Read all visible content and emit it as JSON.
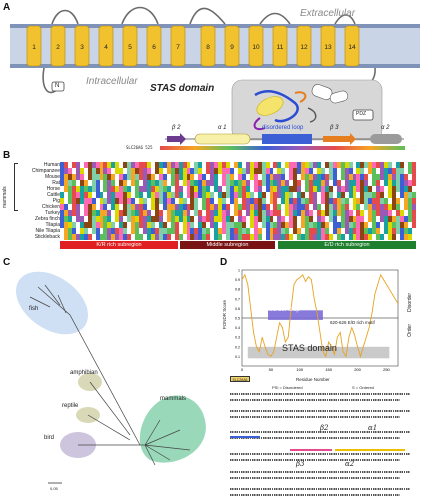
{
  "panels": {
    "a": "A",
    "b": "B",
    "c": "C",
    "d": "D"
  },
  "panel_a": {
    "extracellular": "Extracellular",
    "intracellular": "Intracellular",
    "stas_domain": "STAS domain",
    "n_terminus": "N",
    "c_label": "PDZ",
    "helix_numbers": [
      "1",
      "2",
      "3",
      "4",
      "5",
      "6",
      "7",
      "8",
      "9",
      "10",
      "11",
      "12",
      "13",
      "14"
    ],
    "secondary_labels": {
      "beta2": "β 2",
      "alpha1": "α 1",
      "disordered": "disordered loop",
      "beta3": "β 3",
      "alpha2": "α 2"
    },
    "sequence_label": "SLC26A6  525"
  },
  "panel_b": {
    "group_label": "mammals",
    "species": [
      "Human",
      "Chimpanzee",
      "Mouse",
      "Rat",
      "Horse",
      "Cattle",
      "Pig",
      "Chicken",
      "Turkey",
      "Zebra finch",
      "Tilapia",
      "Nile Tilapia",
      "Stickleback"
    ],
    "subregions": {
      "kr": "K/R rich subregion",
      "middle": "Middle subregion",
      "ed": "E/D rich subregion"
    }
  },
  "panel_c": {
    "groups": [
      "fish",
      "amphibian",
      "reptile",
      "bird",
      "mammals"
    ],
    "scale": "0.05"
  },
  "panel_d": {
    "y_axis": "PONDR Score",
    "x_axis": "Residue Number",
    "right_top": "Disorder",
    "right_bottom": "Order",
    "disorder_loop": "Disorder loop",
    "ed_motif": "620-626 E/D rich motif",
    "stas_domain": "STAS domain",
    "xticks": [
      "0",
      "50",
      "100",
      "150",
      "200",
      "250"
    ],
    "yticks": [
      "0.1",
      "0.2",
      "0.3",
      "0.4",
      "0.5",
      "0.6",
      "0.7",
      "0.8",
      "0.9",
      "1"
    ],
    "slc_label": "SLC26A6",
    "legend_left": "PSI = Disordered",
    "legend_right": "S = Ordered",
    "beta2": "β2",
    "alpha1": "α1",
    "beta3": "β3",
    "alpha2": "α2"
  },
  "chart_data": {
    "type": "line",
    "title": "",
    "xlabel": "Residue Number",
    "ylabel": "PONDR Score",
    "xlim": [
      0,
      270
    ],
    "ylim": [
      0,
      1
    ],
    "threshold": 0.5,
    "x": [
      0,
      5,
      10,
      15,
      20,
      25,
      30,
      35,
      40,
      45,
      50,
      55,
      60,
      65,
      70,
      75,
      80,
      85,
      90,
      95,
      100,
      105,
      110,
      115,
      120,
      125,
      130,
      135,
      140,
      145,
      150,
      155,
      160,
      165,
      170,
      175,
      180,
      185,
      190,
      195,
      200,
      205,
      210,
      215,
      220,
      225,
      230,
      235,
      240,
      245,
      250,
      255,
      260,
      265,
      270
    ],
    "series": [
      {
        "values": [
          0.9,
          0.95,
          0.85,
          0.6,
          0.35,
          0.2,
          0.15,
          0.3,
          0.2,
          0.12,
          0.1,
          0.15,
          0.3,
          0.45,
          0.4,
          0.25,
          0.3,
          0.6,
          0.85,
          0.9,
          0.92,
          0.95,
          0.88,
          0.93,
          0.9,
          0.7,
          0.55,
          0.35,
          0.15,
          0.1,
          0.25,
          0.2,
          0.12,
          0.3,
          0.35,
          0.15,
          0.1,
          0.3,
          0.4,
          0.32,
          0.2,
          0.1,
          0.2,
          0.3,
          0.4,
          0.55,
          0.75,
          0.85,
          0.95,
          0.9,
          0.85,
          0.8,
          0.75,
          0.7,
          0.65
        ]
      }
    ]
  }
}
